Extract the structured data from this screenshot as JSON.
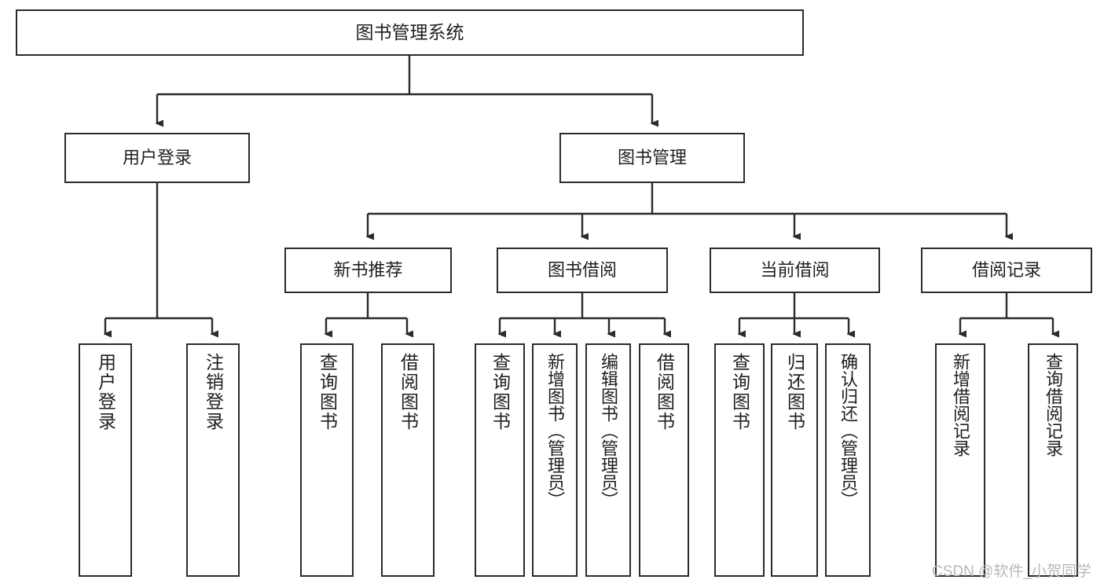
{
  "diagram": {
    "title": "图书管理系统",
    "type": "tree-hierarchy",
    "root": {
      "label": "图书管理系统"
    },
    "level2": [
      {
        "label": "用户登录"
      },
      {
        "label": "图书管理"
      }
    ],
    "level3": [
      {
        "label": "新书推荐"
      },
      {
        "label": "图书借阅"
      },
      {
        "label": "当前借阅"
      },
      {
        "label": "借阅记录"
      }
    ],
    "leaves": {
      "user_login": [
        {
          "label": "用户登录"
        },
        {
          "label": "注销登录"
        }
      ],
      "new_book_recommend": [
        {
          "label": "查询图书"
        },
        {
          "label": "借阅图书"
        }
      ],
      "book_borrow": [
        {
          "label": "查询图书"
        },
        {
          "label": "新增图书（管理员）"
        },
        {
          "label": "编辑图书（管理员）"
        },
        {
          "label": "借阅图书"
        }
      ],
      "current_borrow": [
        {
          "label": "查询图书"
        },
        {
          "label": "归还图书"
        },
        {
          "label": "确认归还（管理员）"
        }
      ],
      "borrow_record": [
        {
          "label": "新增借阅记录"
        },
        {
          "label": "查询借阅记录"
        }
      ]
    }
  },
  "watermark": {
    "text": "CSDN @软件_小贺同学"
  },
  "colors": {
    "stroke": "#2b2b2b",
    "background": "#ffffff",
    "text": "#1f1f1f",
    "watermark": "#b9b9b9"
  }
}
